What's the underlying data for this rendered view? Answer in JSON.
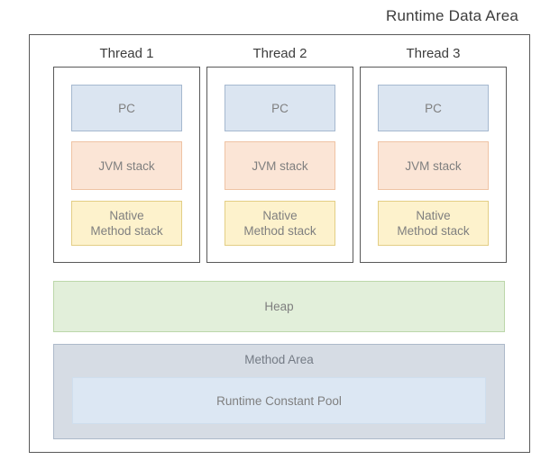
{
  "title": "Runtime Data Area",
  "threads": [
    {
      "label": "Thread 1",
      "pc_label": "PC",
      "jvm_stack_label": "JVM stack",
      "native_line1": "Native",
      "native_line2": "Method stack"
    },
    {
      "label": "Thread 2",
      "pc_label": "PC",
      "jvm_stack_label": "JVM stack",
      "native_line1": "Native",
      "native_line2": "Method stack"
    },
    {
      "label": "Thread 3",
      "pc_label": "PC",
      "jvm_stack_label": "JVM stack",
      "native_line1": "Native",
      "native_line2": "Method stack"
    }
  ],
  "heap": {
    "label": "Heap"
  },
  "method_area": {
    "label": "Method Area",
    "runtime_constant_pool_label": "Runtime Constant Pool"
  },
  "colors": {
    "outer_border": "#595959",
    "pc_fill": "#dbe5f1",
    "pc_border": "#a5b8cf",
    "jvm_stack_fill": "#fbe5d6",
    "jvm_stack_border": "#efc3a4",
    "native_stack_fill": "#fdf2cc",
    "native_stack_border": "#e3ce85",
    "heap_fill": "#e2efda",
    "heap_border": "#bcd7aa",
    "method_area_fill": "#d6dce4",
    "method_area_border": "#adb9ca",
    "runtime_constant_pool_fill": "#dce7f3",
    "label_text": "#7f7f7f",
    "heading_text": "#3d3d3d"
  }
}
